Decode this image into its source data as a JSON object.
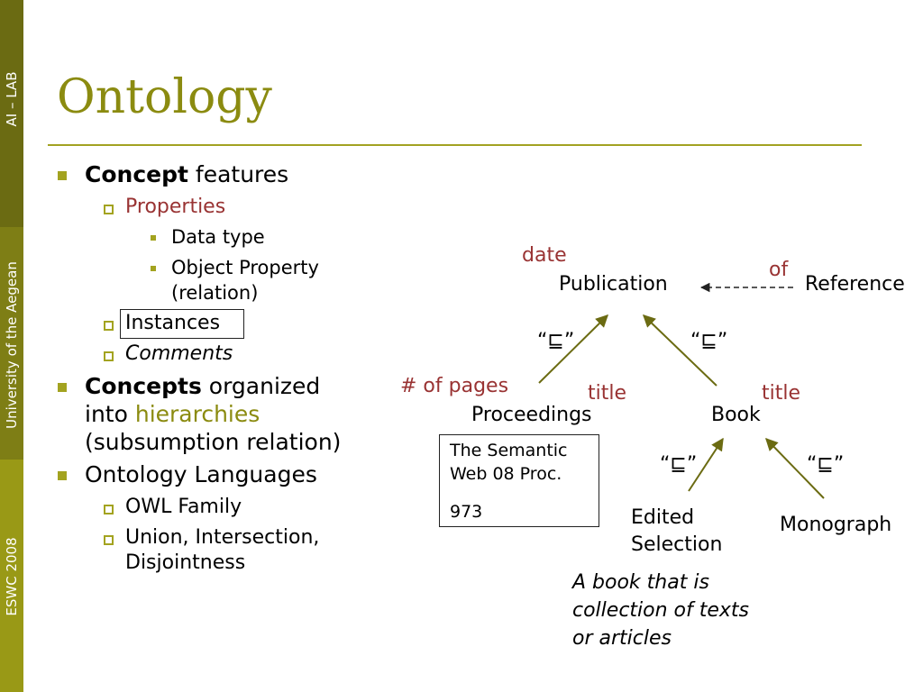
{
  "sidebar": {
    "labels": [
      "AI – LAB",
      "University of the Aegean",
      "ESWC 2008"
    ],
    "colors": {
      "top": "#6b6b12",
      "middle": "#7e7e15",
      "bottom": "#999916"
    }
  },
  "slide": {
    "title": "Ontology",
    "bullets": {
      "concept_bold": "Concept",
      "concept_rest": " features",
      "properties": "Properties",
      "data_type": "Data type",
      "object_property_1": "Object Property",
      "object_property_2": "(relation)",
      "instances": "Instances",
      "comments": "Comments",
      "concepts_bold": "Concepts",
      "concepts_rest": " organized",
      "into": "into ",
      "hierarchies": "hierarchies",
      "subsumption": "(subsumption relation)",
      "ontology_languages": "Ontology Languages",
      "owl_family": "OWL Family",
      "union_1": "Union, Intersection,",
      "union_2": "Disjointness"
    }
  },
  "diagram": {
    "nodes": {
      "publication": "Publication",
      "reference": "Reference",
      "proceedings": "Proceedings",
      "book": "Book",
      "edited_selection_1": "Edited",
      "edited_selection_2": "Selection",
      "monograph": "Monograph"
    },
    "properties": {
      "date": "date",
      "of": "of",
      "pages": "# of pages",
      "title_proceedings": "title",
      "title_book": "title"
    },
    "subclass_symbol": "“⊑”",
    "instance_box": {
      "line1": "The Semantic",
      "line2": "Web 08 Proc.",
      "line3": "973"
    },
    "note": {
      "line1": "A book that is",
      "line2": "collection of texts",
      "line3": "or articles"
    },
    "colors": {
      "arrow": "#6b6b12",
      "property_text": "#993333"
    }
  }
}
